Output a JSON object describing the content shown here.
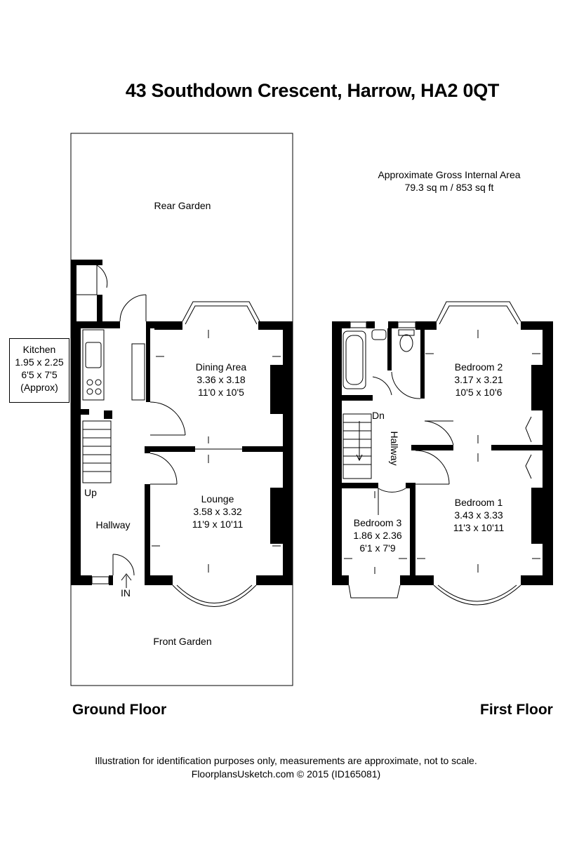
{
  "title": "43 Southdown Crescent, Harrow, HA2 0QT",
  "area": {
    "line1": "Approximate Gross Internal Area",
    "line2": "79.3 sq m / 853 sq ft"
  },
  "ground_floor": {
    "label": "Ground Floor",
    "rear_garden": "Rear Garden",
    "front_garden": "Front Garden",
    "kitchen": {
      "name": "Kitchen",
      "metric": "1.95 x 2.25",
      "imperial": "6'5 x 7'5",
      "note": "(Approx)"
    },
    "dining": {
      "name": "Dining Area",
      "metric": "3.36 x 3.18",
      "imperial": "11'0 x 10'5"
    },
    "lounge": {
      "name": "Lounge",
      "metric": "3.58 x 3.32",
      "imperial": "11'9 x 10'11"
    },
    "hallway": "Hallway",
    "up": "Up",
    "in": "IN"
  },
  "first_floor": {
    "label": "First Floor",
    "bedroom1": {
      "name": "Bedroom 1",
      "metric": "3.43 x 3.33",
      "imperial": "11'3 x 10'11"
    },
    "bedroom2": {
      "name": "Bedroom 2",
      "metric": "3.17 x 3.21",
      "imperial": "10'5 x 10'6"
    },
    "bedroom3": {
      "name": "Bedroom 3",
      "metric": "1.86 x 2.36",
      "imperial": "6'1 x 7'9"
    },
    "hallway": "Hallway",
    "dn": "Dn"
  },
  "footer": {
    "line1": "Illustration for identification purposes only, measurements are approximate, not to scale.",
    "line2": "FloorplansUsketch.com © 2015 (ID165081)"
  }
}
